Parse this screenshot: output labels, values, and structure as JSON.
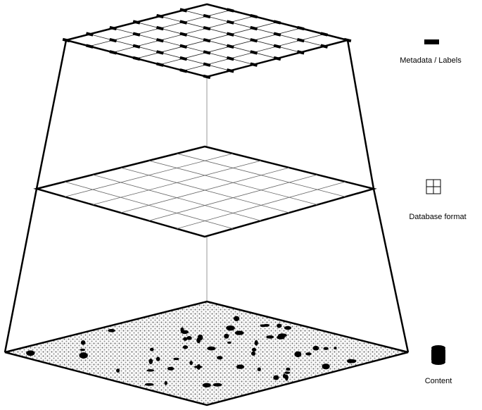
{
  "legend": {
    "metadata": {
      "label": "Metadata / Labels",
      "icon": "dash-icon"
    },
    "database": {
      "label": "Database format",
      "icon": "grid-icon"
    },
    "content": {
      "label": "Content",
      "icon": "cylinder-icon"
    }
  },
  "layers": [
    {
      "name": "metadata",
      "grid": 6
    },
    {
      "name": "database",
      "grid": 6
    },
    {
      "name": "content",
      "grid": 0
    }
  ],
  "colors": {
    "stroke": "#000000",
    "grid": "#555555",
    "pattern": "#888888",
    "fill": "#ffffff"
  }
}
